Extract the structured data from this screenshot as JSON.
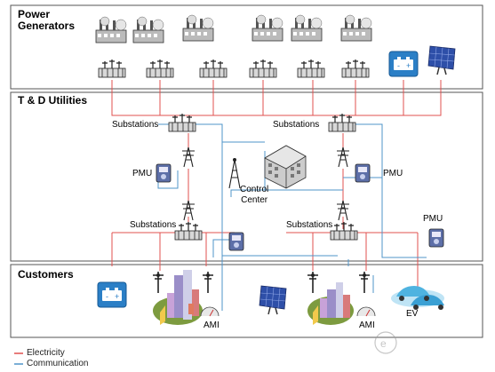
{
  "sections": {
    "power_generators": "Power\nGenerators",
    "td_utilities": "T & D Utilities",
    "customers": "Customers"
  },
  "labels": {
    "substations_top_left": "Substations",
    "substations_top_right": "Substations",
    "pmu_left": "PMU",
    "pmu_right": "PMU",
    "control_center": "Control\nCenter",
    "substations_bottom_left": "Substations",
    "substations_bottom_right": "Substations",
    "pmu_bottom_right": "PMU",
    "ami_left": "AMI",
    "ami_right": "AMI",
    "ev": "EV"
  },
  "legend": {
    "electricity": "Electricity",
    "communication": "Communication"
  },
  "colors": {
    "electricity": "#e0504f",
    "communication": "#4f94c9",
    "section_border": "#555555",
    "battery": "#2b7fc6",
    "solar": "#2e4fa8"
  }
}
